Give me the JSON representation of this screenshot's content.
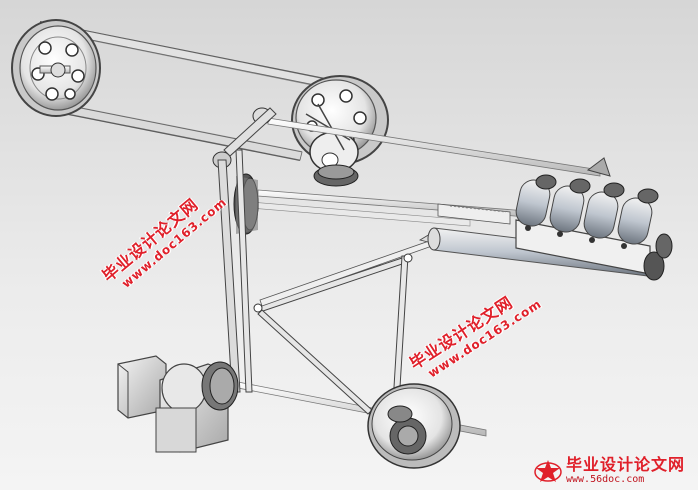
{
  "watermark": {
    "cn": "毕业设计论文网",
    "url": "www.doc163.com"
  },
  "brand": {
    "name": "毕业设计论文网",
    "site": "www.56doc.com",
    "logo_icon": "star-logo-icon",
    "color": "#e0202a"
  }
}
